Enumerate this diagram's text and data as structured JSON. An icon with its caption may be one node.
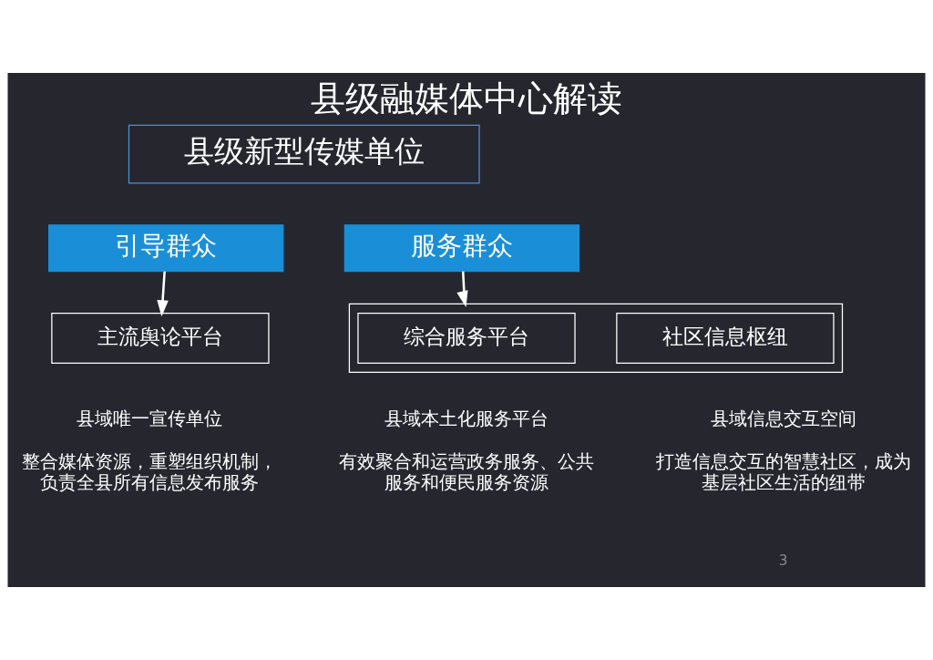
{
  "diagram": {
    "title": "县级融媒体中心解读",
    "nodes": [
      {
        "text": [
          "县级新型传媒单位"
        ]
      },
      {
        "text": [
          "引导群众"
        ]
      },
      {
        "text": [
          "主流舆论平台"
        ],
        "beside": [
          "县域唯一宣传单位",
          "整合媒体资源，重塑组织机制，负责全县所有信息发布服务"
        ]
      },
      {
        "text": [
          "服务群众"
        ]
      },
      {
        "text": [],
        "shape": "box"
      },
      {
        "text": [
          "综合服务平台"
        ],
        "in": 4,
        "beside": [
          "县域本土化服务平台",
          "有效聚合和运营政务服务、公共服务和便民服务资源"
        ]
      },
      {
        "text": [
          "社区信息枢纽"
        ],
        "in": 4,
        "beside": [
          "县域信息交互空间",
          "打造信息交互的智慧社区，成为基层社区生活的纽带"
        ]
      }
    ],
    "edges": [
      {
        "from": 1,
        "to": 2,
        "arrow": "to"
      },
      {
        "from": 3,
        "to": 4,
        "arrow": "to"
      }
    ],
    "labels": [
      "3"
    ]
  }
}
